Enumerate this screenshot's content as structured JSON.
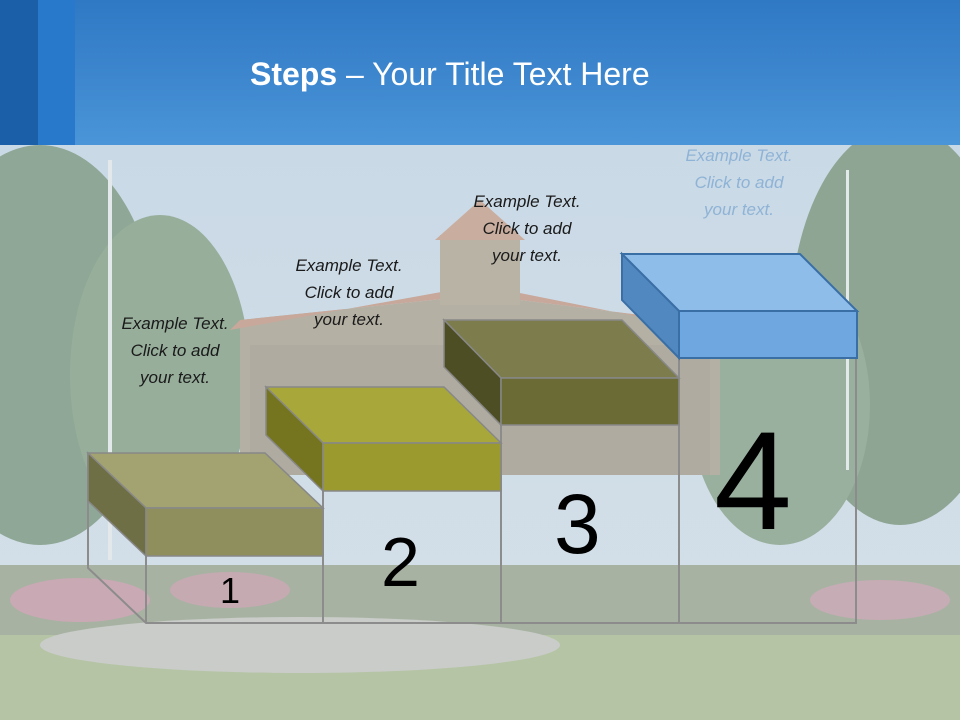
{
  "title": {
    "bold": "Steps",
    "rest": " – Your Title Text Here"
  },
  "steps": [
    {
      "number": "1",
      "caption_line1": "Example Text.",
      "caption_line2": "Click  to add",
      "caption_line3": "your text.",
      "color": "#8f8f5e"
    },
    {
      "number": "2",
      "caption_line1": "Example Text.",
      "caption_line2": "Click  to add",
      "caption_line3": "your text.",
      "color": "#9a9a2e"
    },
    {
      "number": "3",
      "caption_line1": "Example Text.",
      "caption_line2": "Click  to add",
      "caption_line3": "your text.",
      "color": "#6b6b35"
    },
    {
      "number": "4",
      "caption_line1": "Example Text.",
      "caption_line2": "Click  to add",
      "caption_line3": "your text.",
      "color": "#6fa8e0"
    }
  ],
  "colors": {
    "header": "#3d86d0",
    "accent_dark": "#1b5fa8",
    "title_text": "#ffffff"
  }
}
